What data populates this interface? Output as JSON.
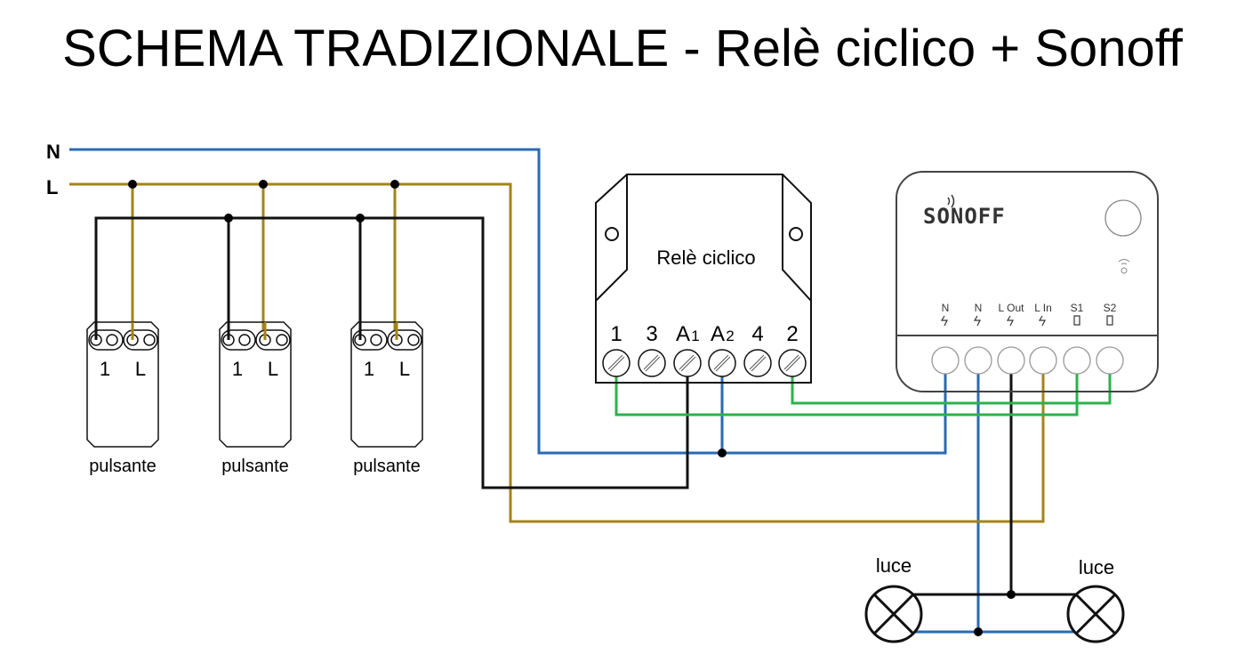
{
  "title": "SCHEMA TRADIZIONALE - Relè ciclico + Sonoff",
  "lines": {
    "n_label": "N",
    "l_label": "L"
  },
  "colors": {
    "neutral": "#2a6ab5",
    "live": "#a3841a",
    "return": "#111111",
    "switch": "#2bb24c"
  },
  "pushbuttons": [
    {
      "label": "pulsante",
      "term1": "1",
      "termL": "L"
    },
    {
      "label": "pulsante",
      "term1": "1",
      "termL": "L"
    },
    {
      "label": "pulsante",
      "term1": "1",
      "termL": "L"
    }
  ],
  "relay": {
    "title": "Relè ciclico",
    "terminals": [
      "1",
      "3",
      "A",
      "A",
      "4",
      "2"
    ],
    "subs": [
      "1",
      "2"
    ]
  },
  "sonoff": {
    "brand": "SONOFF",
    "terminals": [
      "N",
      "N",
      "L Out",
      "L In",
      "S1",
      "S2"
    ]
  },
  "lamps": [
    {
      "label": "luce"
    },
    {
      "label": "luce"
    }
  ]
}
